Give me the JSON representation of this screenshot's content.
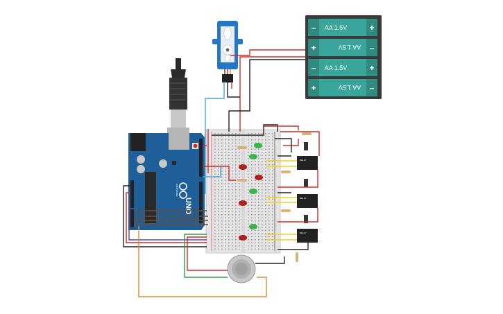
{
  "battery_pack": {
    "cells": [
      {
        "label": "AA 1.5V",
        "flipped": false,
        "left_sign": "–",
        "right_sign": "+"
      },
      {
        "label": "AA 1.5V",
        "flipped": true,
        "left_sign": "+",
        "right_sign": "–"
      },
      {
        "label": "AA 1.5V",
        "flipped": false,
        "left_sign": "–",
        "right_sign": "+"
      },
      {
        "label": "AA 1.5V",
        "flipped": true,
        "left_sign": "+",
        "right_sign": "–"
      }
    ],
    "color": "#3aa59a"
  },
  "arduino": {
    "brand_text": "ARDUINO",
    "model_text": "UNO",
    "board_color": "#1f5f99"
  },
  "relays": [
    {
      "name": "relay-1"
    },
    {
      "name": "relay-2"
    },
    {
      "name": "relay-3"
    }
  ],
  "colors": {
    "wire_red": "#d22a2a",
    "wire_black": "#222222",
    "wire_yellow": "#f1d21a",
    "wire_orange": "#e08a2b",
    "wire_green": "#2ea043",
    "wire_blue": "#4aa6d6",
    "wire_purple": "#6a3fa0",
    "led_green": "#39b54a",
    "led_red": "#b21f1f",
    "breadboard": "#e4e4e4"
  }
}
